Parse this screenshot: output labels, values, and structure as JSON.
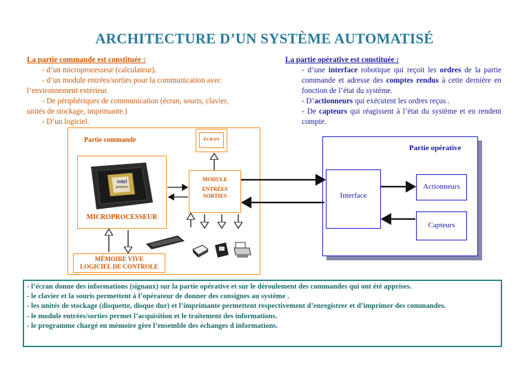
{
  "title": "ARCHITECTURE D’UN SYSTÈME AUTOMATISÉ",
  "left_block": {
    "heading": "La partie commande est constituée :",
    "items": [
      "- d’un microprocesseur (calculateur).",
      "- d’un module entrées/sorties pour la communication avec",
      "l’environnement extérieur.",
      "- De périphériques de communication (écran, souris, clavier,",
      "unités de stockage, imprimante.)",
      "- D’un logiciel."
    ]
  },
  "right_block": {
    "heading": "La partie opérative est constituée :",
    "p1_a": "- d’une ",
    "p1_b": "interface",
    "p1_c": " robotique qui reçoit les ",
    "p1_d": "ordres",
    "p1_e": " de la partie commande et adresse des ",
    "p1_f": "comptes rendus",
    "p1_g": " à cette dernière en fonction de l’état du système.",
    "p2_a": "- D’",
    "p2_b": "actionneurs",
    "p2_c": " qui exécutent les ordres reçus .",
    "p3_a": "- De ",
    "p3_b": "capteurs",
    "p3_c": " qui réagissent à l’état du système et en rendent compte."
  },
  "diagram": {
    "partie_commande": "Partie commande",
    "ecran": "ÉCRAN",
    "module_1": "MODULE",
    "module_2": "ENTRÉES",
    "module_3": "SORTIES",
    "microprocesseur": "MICROPROCESSEUR",
    "memoire_1": "MÉMOIRE VIVE",
    "memoire_2": "LOGICIEL DE CONTROLE",
    "partie_operative": "Partie opérative",
    "interface": "Interface",
    "actionneurs": "Actionneurs",
    "capteurs": "Capteurs",
    "chip_brand": "intel",
    "chip_model": "pentium"
  },
  "notes": [
    "- l’écran donne des informations (signaux)  sur la partie opérative et sur le déroulement des commandes qui ont été apprises.",
    "- le clavier et  la souris  permettent à l’opérateur de donner des consignes au système .",
    "- les unités de stockage (disquette, disque dur) et l’imprimante permettent respectivement d’enregistrer et d’imprimer des commandes.",
    "- le module entrées/sorties permet l’acquisition et le traitement des informations.",
    "- le programme chargé en mémoire gère l’ensemble des échanges d informations."
  ],
  "colors": {
    "title": "#2a7a9a",
    "commande": "#cc5500",
    "operative": "#1a1a99",
    "notes": "#1a6a6a"
  }
}
